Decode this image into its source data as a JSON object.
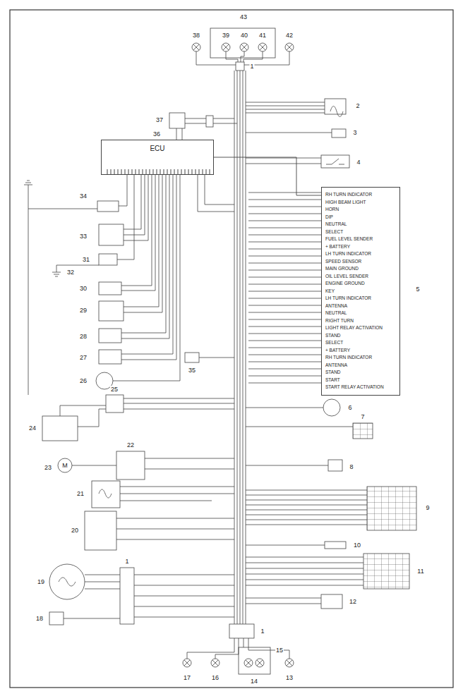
{
  "diagram": {
    "nodes": [
      {
        "text": [
          "ECU"
        ]
      },
      {
        "text": [
          "RH TURN INDICATOR",
          "HIGH BEAM LIGHT",
          "HORN",
          "DIP",
          "NEUTRAL",
          "SELECT",
          "FUEL LEVEL SENDER",
          "+ BATTERY",
          "LH TURN INDICATOR",
          "SPEED SENSOR",
          "MAIN GROUND",
          "OIL LEVEL SENDER",
          "ENGINE GROUND",
          "KEY",
          "LH TURN INDICATOR",
          "ANTENNA",
          "NEUTRAL",
          "RIGHT TURN",
          "LIGHT RELAY ACTIVATION",
          "STAND",
          "SELECT",
          "+ BATTERY",
          "RH TURN INDICATOR",
          "ANTENNA",
          "STAND",
          "START",
          "START RELAY ACTIVATION"
        ]
      }
    ],
    "edges": [
      {
        "from": 0,
        "to": 1,
        "arrow": "none"
      }
    ],
    "labels": [
      "43",
      "38",
      "39",
      "40",
      "41",
      "42",
      "1",
      "2",
      "3",
      "4",
      "37",
      "36",
      "34",
      "33",
      "31",
      "32",
      "30",
      "29",
      "28",
      "27",
      "26",
      "35",
      "25",
      "24",
      "23",
      "M",
      "22",
      "21",
      "20",
      "19",
      "18",
      "1",
      "5",
      "6",
      "7",
      "8",
      "9",
      "10",
      "11",
      "12",
      "1",
      "14",
      "15",
      "13",
      "16",
      "17"
    ]
  }
}
